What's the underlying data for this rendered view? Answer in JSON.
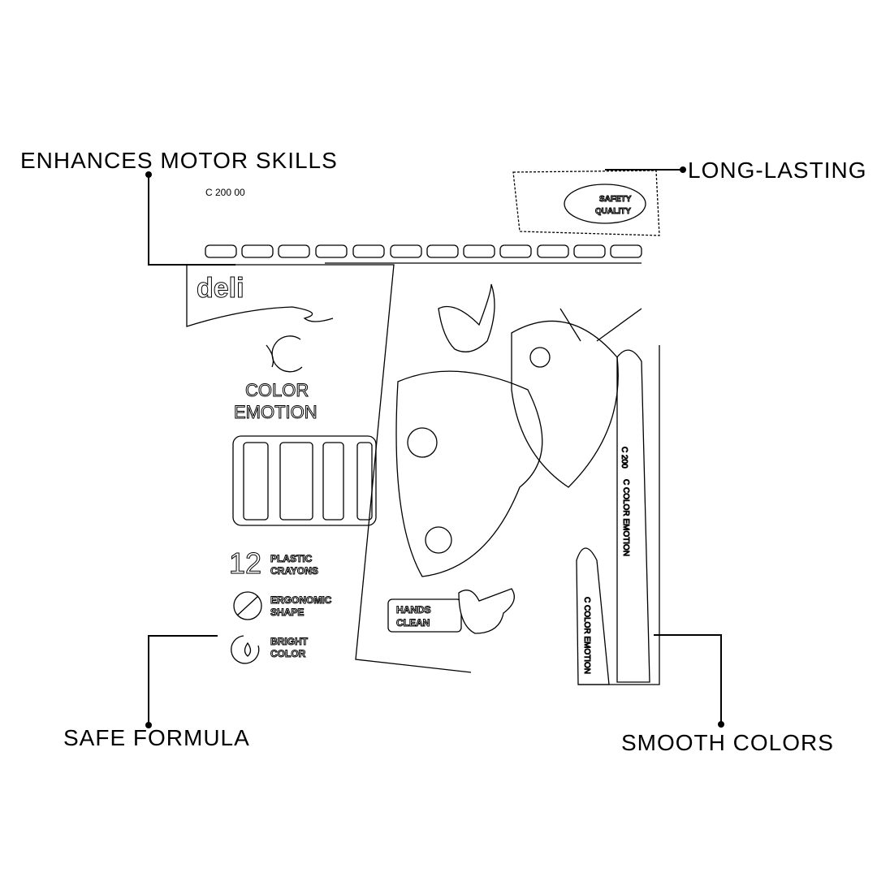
{
  "callouts": {
    "motor_skills": "ENHANCES MOTOR SKILLS",
    "long_lasting": "LONG-LASTING",
    "safe_formula": "SAFE FORMULA",
    "smooth_colors": "SMOOTH COLORS"
  },
  "package": {
    "code": "C 200 00",
    "brand": "deli",
    "product_line_1": "COLOR",
    "product_line_2": "EMOTION",
    "count": "12",
    "feature_1a": "PLASTIC",
    "feature_1b": "CRAYONS",
    "feature_2a": "ERGONOMIC",
    "feature_2b": "SHAPE",
    "feature_3a": "BRIGHT",
    "feature_3b": "COLOR",
    "badge_1": "SAFETY",
    "badge_2": "QUALITY",
    "hands_1": "HANDS",
    "hands_2": "CLEAN",
    "crayon_label": "C COLOR EMOTION",
    "crayon_code": "C 200"
  }
}
